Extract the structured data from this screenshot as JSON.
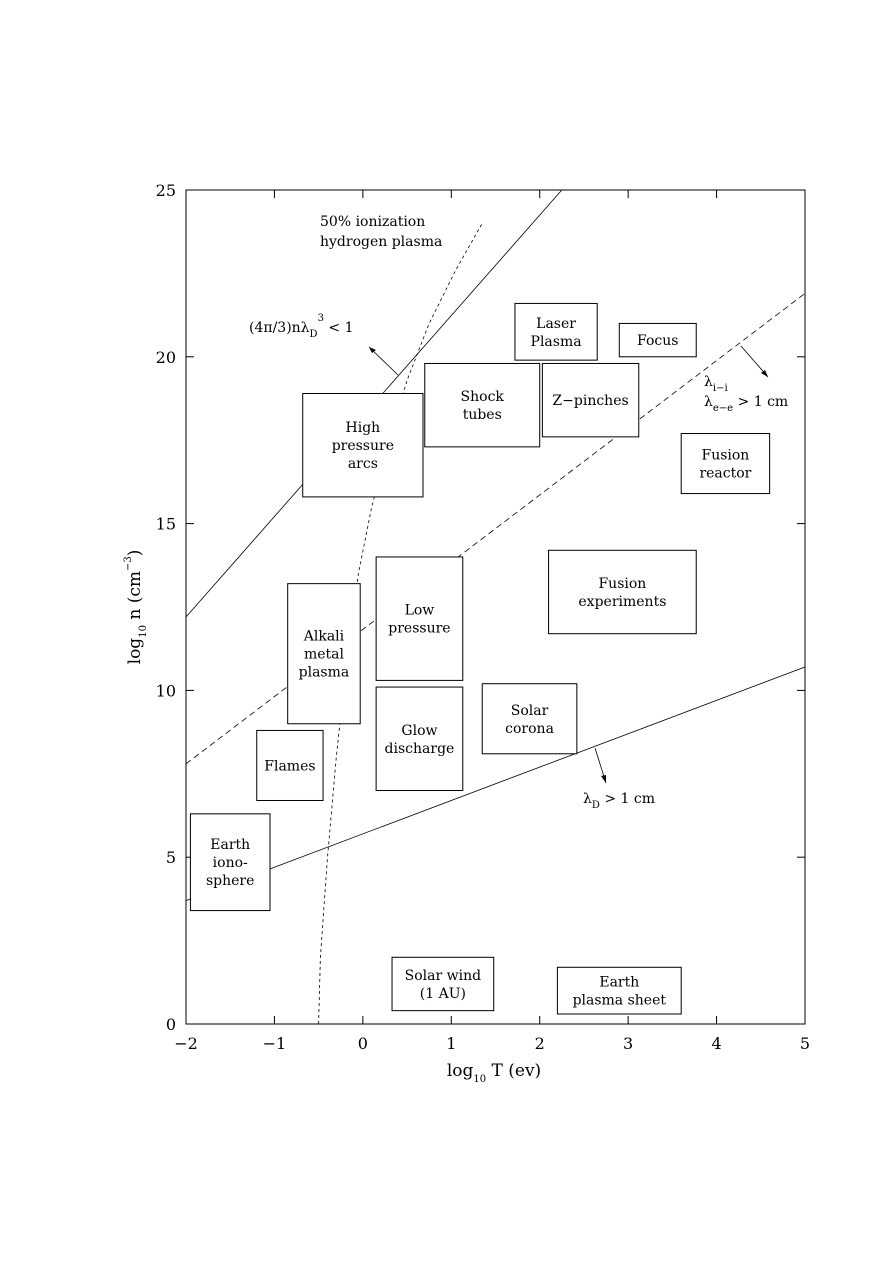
{
  "chart_data": {
    "type": "scatter",
    "title": "",
    "xlabel": {
      "base": "log",
      "sub": "10",
      "rest": " T (ev)"
    },
    "ylabel": {
      "base": "log",
      "sub": "10",
      "mid": " n (cm",
      "sup": "−3",
      "end": ")"
    },
    "xlim": [
      -2,
      5
    ],
    "ylim": [
      0,
      25
    ],
    "x_ticks": [
      -2,
      -1,
      0,
      1,
      2,
      3,
      4,
      5
    ],
    "x_tick_labels": [
      "−2",
      "−1",
      "0",
      "1",
      "2",
      "3",
      "4",
      "5"
    ],
    "y_ticks": [
      0,
      5,
      10,
      15,
      20,
      25
    ],
    "y_tick_labels": [
      "0",
      "5",
      "10",
      "15",
      "20",
      "25"
    ],
    "grid": false,
    "regions": [
      {
        "name": "earth-ionosphere",
        "lines": [
          "Earth",
          "iono-",
          "sphere"
        ],
        "x": [
          -1.95,
          -1.05
        ],
        "y": [
          3.4,
          6.3
        ]
      },
      {
        "name": "flames",
        "lines": [
          "Flames"
        ],
        "x": [
          -1.2,
          -0.45
        ],
        "y": [
          6.7,
          8.8
        ]
      },
      {
        "name": "alkali-metal-plasma",
        "lines": [
          "Alkali",
          "metal",
          "plasma"
        ],
        "x": [
          -0.85,
          -0.03
        ],
        "y": [
          9.0,
          13.2
        ]
      },
      {
        "name": "high-pressure-arcs",
        "lines": [
          "High",
          "pressure",
          "arcs"
        ],
        "x": [
          -0.68,
          0.68
        ],
        "y": [
          15.8,
          18.9
        ]
      },
      {
        "name": "low-pressure",
        "lines": [
          "Low",
          "pressure"
        ],
        "x": [
          0.15,
          1.13
        ],
        "y": [
          10.3,
          14.0
        ]
      },
      {
        "name": "glow-discharge",
        "lines": [
          "Glow",
          "discharge"
        ],
        "x": [
          0.15,
          1.13
        ],
        "y": [
          7.0,
          10.1
        ]
      },
      {
        "name": "shock-tubes",
        "lines": [
          "Shock",
          "tubes"
        ],
        "x": [
          0.7,
          2.0
        ],
        "y": [
          17.3,
          19.8
        ]
      },
      {
        "name": "laser-plasma",
        "lines": [
          "Laser",
          "Plasma"
        ],
        "x": [
          1.72,
          2.65
        ],
        "y": [
          19.9,
          21.6
        ]
      },
      {
        "name": "z-pinches",
        "lines": [
          "Z−pinches"
        ],
        "x": [
          2.03,
          3.12
        ],
        "y": [
          17.6,
          19.8
        ]
      },
      {
        "name": "focus",
        "lines": [
          "Focus"
        ],
        "x": [
          2.9,
          3.77
        ],
        "y": [
          20.0,
          21.0
        ]
      },
      {
        "name": "fusion-reactor",
        "lines": [
          "Fusion",
          "reactor"
        ],
        "x": [
          3.6,
          4.6
        ],
        "y": [
          15.9,
          17.7
        ]
      },
      {
        "name": "fusion-experiments",
        "lines": [
          "Fusion",
          "experiments"
        ],
        "x": [
          2.1,
          3.77
        ],
        "y": [
          11.7,
          14.2
        ]
      },
      {
        "name": "solar-corona",
        "lines": [
          "Solar",
          "corona"
        ],
        "x": [
          1.35,
          2.42
        ],
        "y": [
          8.1,
          10.2
        ]
      },
      {
        "name": "solar-wind",
        "lines": [
          "Solar wind",
          "(1 AU)"
        ],
        "x": [
          0.33,
          1.48
        ],
        "y": [
          0.4,
          2.0
        ]
      },
      {
        "name": "earth-plasma-sheet",
        "lines": [
          "Earth",
          "plasma sheet"
        ],
        "x": [
          2.2,
          3.6
        ],
        "y": [
          0.3,
          1.7
        ]
      }
    ],
    "lines": [
      {
        "name": "debye-sphere-line",
        "style": "solid",
        "x": [
          -2,
          2.25
        ],
        "y": [
          12.2,
          25
        ]
      },
      {
        "name": "debye-length-line",
        "style": "solid",
        "x": [
          -2,
          5
        ],
        "y": [
          3.7,
          10.7
        ]
      },
      {
        "name": "mean-free-path-line",
        "style": "dashed",
        "x": [
          -2,
          5
        ],
        "y": [
          7.8,
          21.9
        ]
      },
      {
        "name": "ionization-curve",
        "style": "dotted",
        "x": [
          -0.5,
          -0.48,
          -0.4,
          -0.3,
          -0.2,
          -0.05,
          0.1,
          0.3,
          0.5,
          0.75,
          1.05,
          1.35
        ],
        "y": [
          0,
          2,
          5,
          8,
          10.5,
          13.5,
          15.5,
          17.5,
          19.3,
          21.0,
          22.6,
          24.0
        ]
      }
    ],
    "annotations": {
      "ionization": {
        "lines": [
          "50% ionization",
          "hydrogen plasma"
        ]
      },
      "debye_sphere": {
        "a": "(4π/3)nλ",
        "sub": "D",
        "sup": "3",
        "b": "  <  1"
      },
      "mean_free_path": {
        "l1": "λ",
        "l1_sub": "i−i",
        "l2": "λ",
        "l2_sub": "e−e",
        "b": " > 1 cm"
      },
      "debye_length": {
        "a": "λ",
        "sub": "D",
        "b": " > 1 cm"
      }
    }
  }
}
